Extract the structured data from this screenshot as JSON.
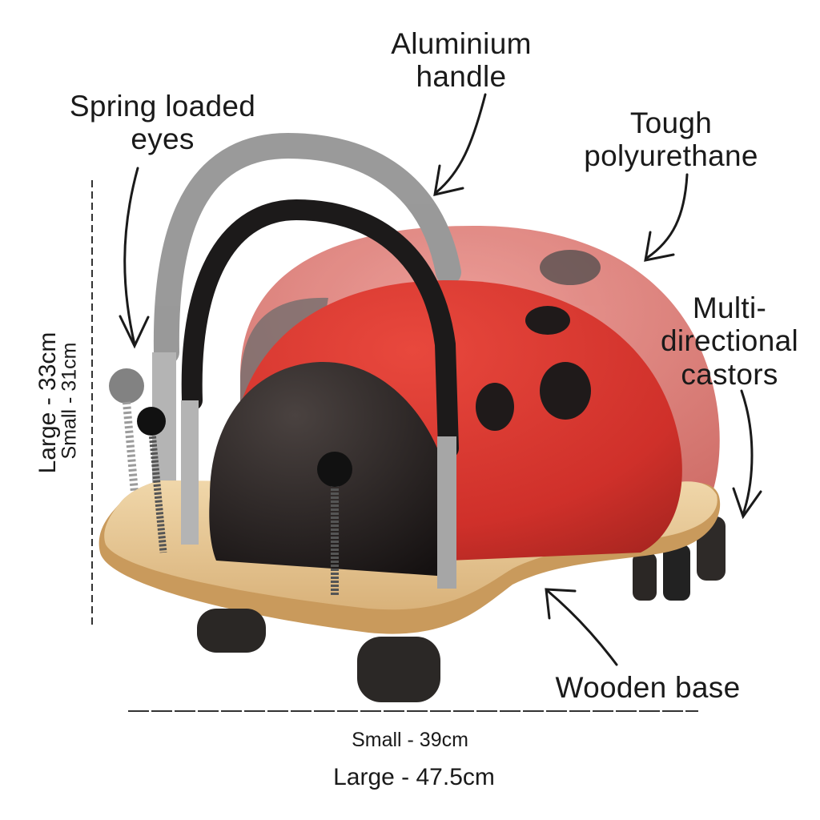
{
  "callouts": {
    "eyes": [
      "Spring loaded",
      "eyes"
    ],
    "handle": [
      "Aluminium",
      "handle"
    ],
    "shell": [
      "Tough",
      "polyurethane"
    ],
    "castors": [
      "Multi-",
      "directional",
      "castors"
    ],
    "base": "Wooden base"
  },
  "dimensions": {
    "height_large": "Large - 33cm",
    "height_small": "Small - 31cm",
    "length_small": "Small - 39cm",
    "length_large": "Large - 47.5cm"
  },
  "colors": {
    "shell_red": "#d23a32",
    "shell_black": "#1f1a1a",
    "wood": "#e6c48f",
    "handle_grey": "#7a7a7a",
    "wheel": "#2a2725"
  }
}
